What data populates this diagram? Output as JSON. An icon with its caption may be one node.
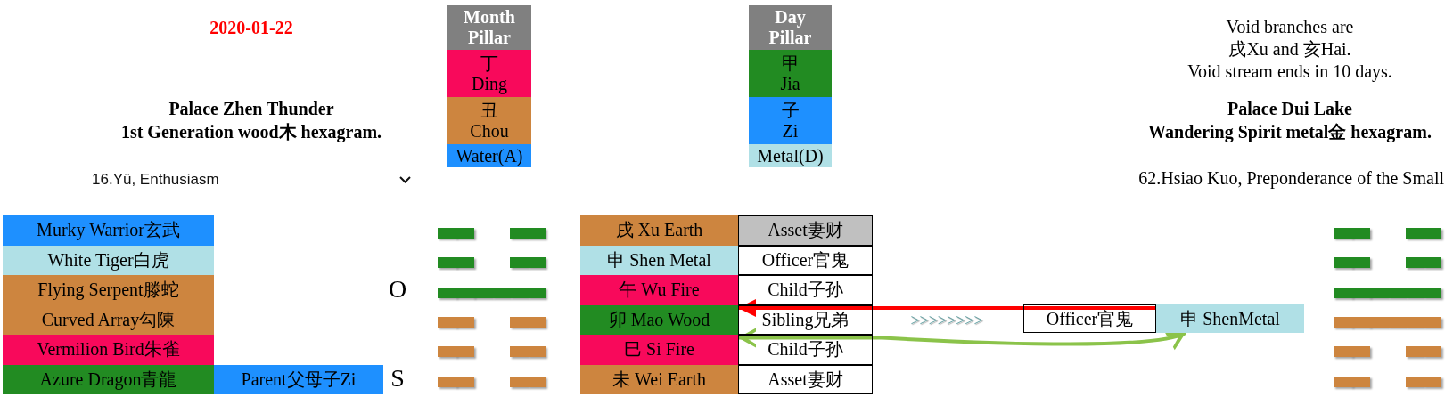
{
  "diagram": {
    "nodes": [
      {
        "text": [
          "Month Pillar"
        ]
      },
      {
        "text": [
          "丁 Ding"
        ]
      },
      {
        "text": [
          "丑 Chou"
        ]
      },
      {
        "text": [
          "Water(A)"
        ]
      },
      {
        "text": [
          "Day Pillar"
        ]
      },
      {
        "text": [
          "甲 Jia"
        ]
      },
      {
        "text": [
          "子 Zi"
        ]
      },
      {
        "text": [
          "Metal(D)"
        ]
      },
      {
        "text": [
          "Murky Warrior玄武"
        ]
      },
      {
        "text": [
          "White Tiger白虎"
        ]
      },
      {
        "text": [
          "Flying Serpent滕蛇"
        ]
      },
      {
        "text": [
          "Curved Array勾陳"
        ]
      },
      {
        "text": [
          "Vermilion Bird朱雀"
        ]
      },
      {
        "text": [
          "Azure Dragon青龍"
        ]
      },
      {
        "text": [
          "Parent父母子Zi"
        ]
      },
      {
        "text": [
          "戌 Xu Earth"
        ]
      },
      {
        "text": [
          "Asset妻财"
        ]
      },
      {
        "text": [
          "申 Shen Metal"
        ]
      },
      {
        "text": [
          "Officer官鬼"
        ]
      },
      {
        "text": [
          "午 Wu Fire"
        ]
      },
      {
        "text": [
          "Child子孙"
        ]
      },
      {
        "text": [
          "卯 Mao Wood"
        ]
      },
      {
        "text": [
          "Sibling兄弟"
        ]
      },
      {
        "text": [
          "巳 Si Fire"
        ]
      },
      {
        "text": [
          "Child子孙"
        ]
      },
      {
        "text": [
          "未 Wei Earth"
        ]
      },
      {
        "text": [
          "Asset妻财"
        ]
      },
      {
        "text": [
          "Officer官鬼"
        ]
      },
      {
        "text": [
          "申 ShenMetal"
        ]
      }
    ],
    "edges": [
      {
        "from": 28,
        "to": 21,
        "arrow": "to",
        "color": "#ff0000"
      },
      {
        "from": 23,
        "to": 28,
        "arrow": "both",
        "color": "#8bc34a"
      }
    ],
    "labels": [
      "2020-01-22",
      "Palace Zhen Thunder",
      "1st Generation wood木 hexagram.",
      "16.Yü, Enthusiasm",
      "Void branches are 戌Xu and 亥Hai.",
      "Void stream ends in 10 days.",
      "Palace Dui Lake",
      "Wandering Spirit metal金 hexagram.",
      "62.Hsiao Kuo, Preponderance of the Small",
      "O",
      "S",
      ">>>>>>>>"
    ]
  }
}
